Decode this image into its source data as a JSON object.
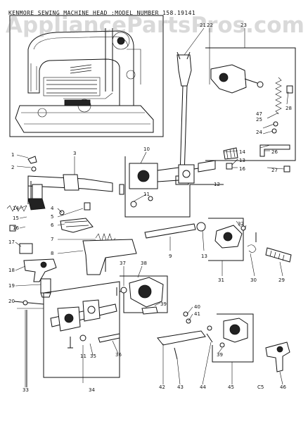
{
  "header": {
    "title": "KENMORE SEWING MACHINE HEAD :MODEL NUMBER 158.19141",
    "watermark": "AppliancePartsPros.com"
  },
  "footer_mark": "C5",
  "callouts": [
    "1",
    "2",
    "3",
    "4",
    "5",
    "6",
    "7",
    "8",
    "9",
    "10",
    "11",
    "12",
    "13",
    "14",
    "15",
    "16",
    "17",
    "18",
    "19",
    "20",
    "21",
    "22",
    "23",
    "24",
    "25",
    "26",
    "27",
    "28",
    "29",
    "30",
    "31",
    "32",
    "33",
    "34",
    "35",
    "36",
    "37",
    "38",
    "39",
    "40",
    "41",
    "42",
    "43",
    "44",
    "45",
    "46",
    "47"
  ]
}
